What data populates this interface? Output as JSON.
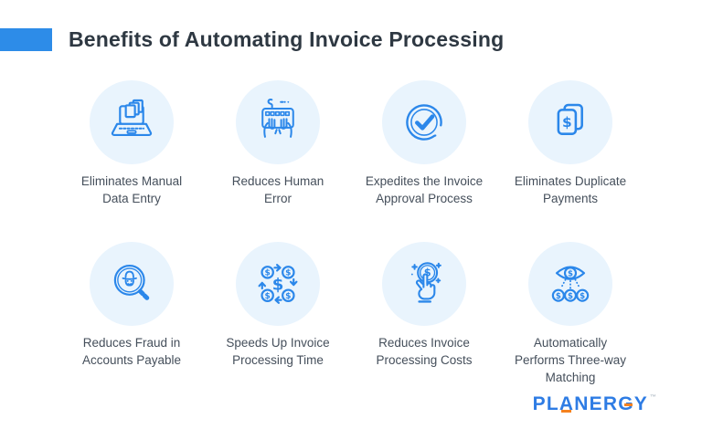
{
  "title": "Benefits of Automating Invoice Processing",
  "colors": {
    "accent_blue": "#2d8ce8",
    "icon_stroke": "#2b87ea",
    "circle_background": "#e9f4fd",
    "title_text": "#2e3842",
    "label_text": "#454f5b",
    "logo_blue": "#2e7ce4",
    "logo_orange": "#f5821f"
  },
  "benefits": [
    {
      "label": "Eliminates Manual Data Entry",
      "icon": "laptop-documents-icon"
    },
    {
      "label": "Reduces Human Error",
      "icon": "keyboard-hands-icon"
    },
    {
      "label": "Expedites the Invoice Approval Process",
      "icon": "approval-check-circle-icon"
    },
    {
      "label": "Eliminates Duplicate Payments",
      "icon": "duplicate-payments-icon"
    },
    {
      "label": "Reduces Fraud in Accounts Payable",
      "icon": "fraud-magnifier-icon"
    },
    {
      "label": "Speeds Up Invoice Processing Time",
      "icon": "dollar-cycle-icon"
    },
    {
      "label": "Reduces Invoice Processing Costs",
      "icon": "click-cost-coin-icon"
    },
    {
      "label": "Automatically Performs Three-way Matching",
      "icon": "three-way-matching-eye-icon"
    }
  ],
  "logo": {
    "text": "PLANERGY",
    "trademark": "™"
  }
}
